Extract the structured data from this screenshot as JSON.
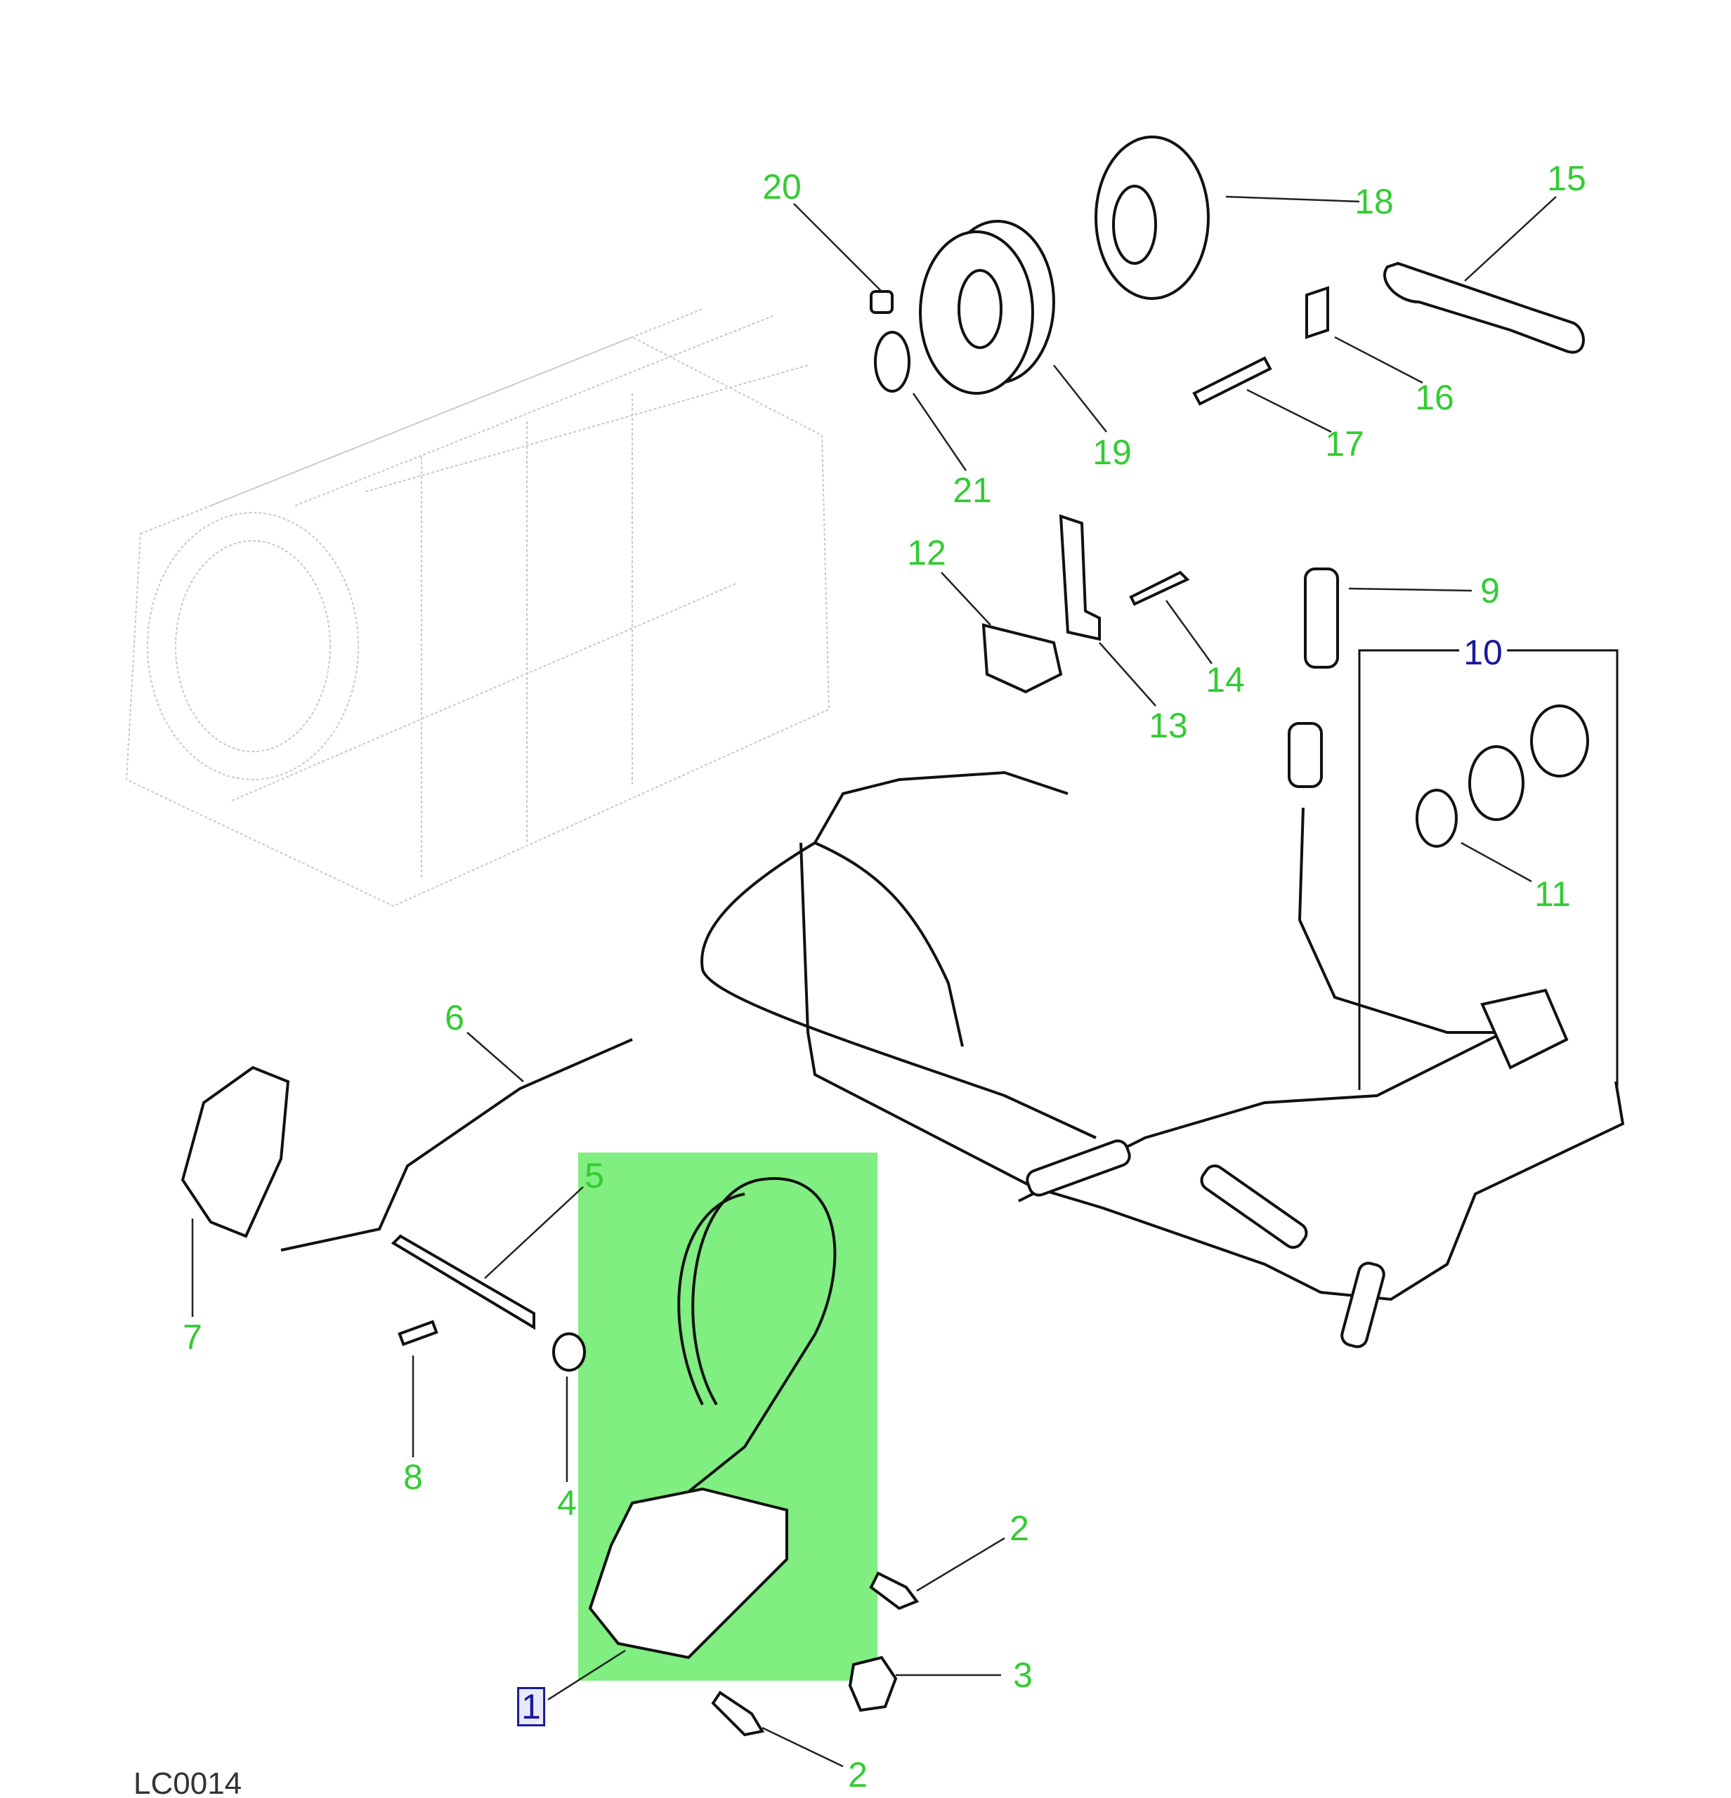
{
  "diagram": {
    "reference_code": "LC0014",
    "highlight_color": "#80ee80",
    "label_color": "#33cc33",
    "selected_label_color": "#1a1a99",
    "callouts": [
      {
        "id": "c1",
        "text": "1",
        "selected": true
      },
      {
        "id": "c2a",
        "text": "2"
      },
      {
        "id": "c2b",
        "text": "2"
      },
      {
        "id": "c3",
        "text": "3"
      },
      {
        "id": "c4",
        "text": "4"
      },
      {
        "id": "c5",
        "text": "5"
      },
      {
        "id": "c6",
        "text": "6"
      },
      {
        "id": "c7",
        "text": "7"
      },
      {
        "id": "c8",
        "text": "8"
      },
      {
        "id": "c9",
        "text": "9"
      },
      {
        "id": "c10",
        "text": "10"
      },
      {
        "id": "c11",
        "text": "11"
      },
      {
        "id": "c12",
        "text": "12"
      },
      {
        "id": "c13",
        "text": "13"
      },
      {
        "id": "c14",
        "text": "14"
      },
      {
        "id": "c15",
        "text": "15"
      },
      {
        "id": "c16",
        "text": "16"
      },
      {
        "id": "c17",
        "text": "17"
      },
      {
        "id": "c18",
        "text": "18"
      },
      {
        "id": "c19",
        "text": "19"
      },
      {
        "id": "c20",
        "text": "20"
      },
      {
        "id": "c21",
        "text": "21"
      }
    ]
  }
}
